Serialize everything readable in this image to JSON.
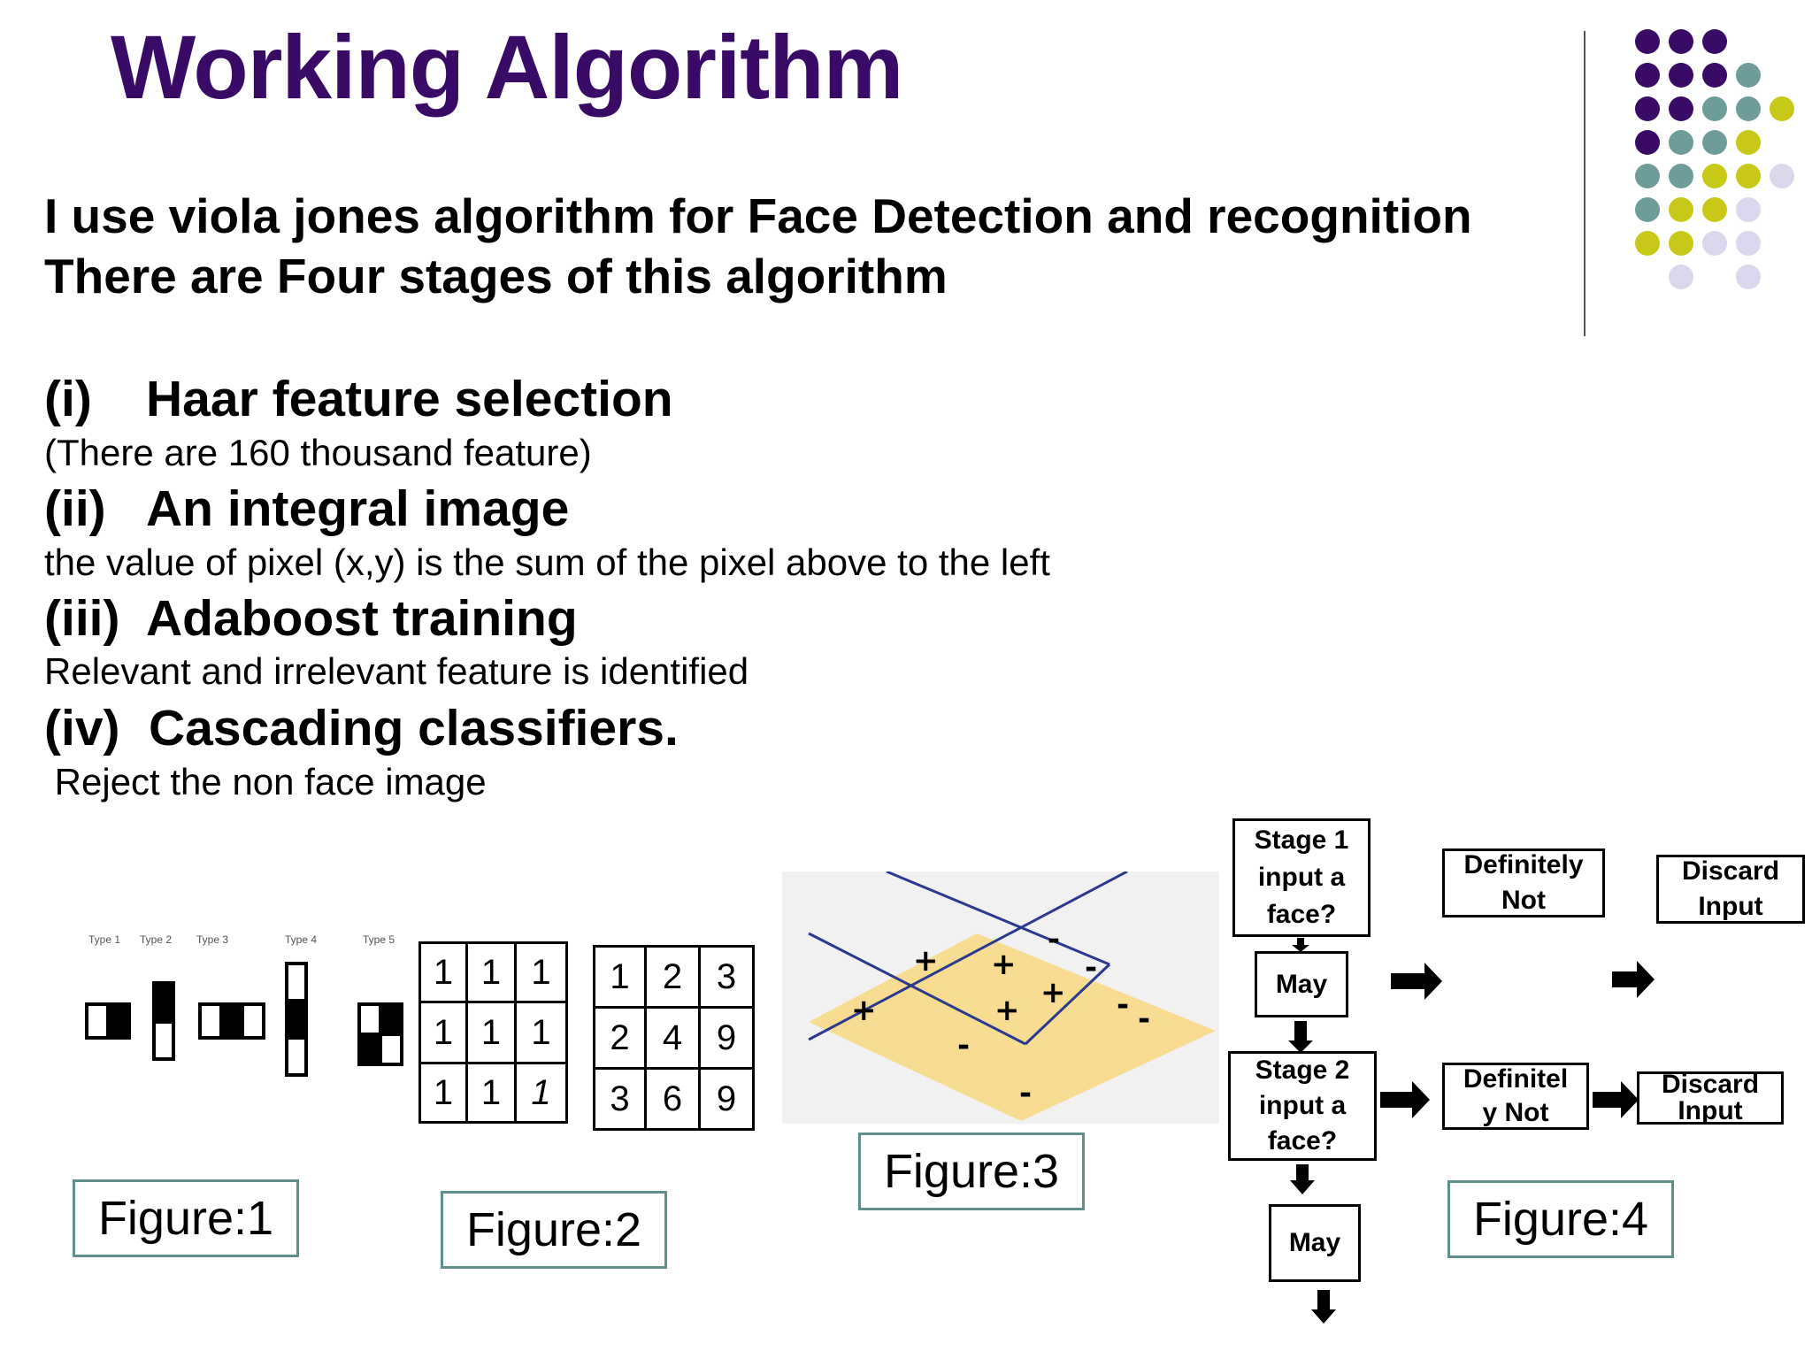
{
  "title": "Working Algorithm",
  "intro": {
    "line1": "I use viola jones algorithm for Face Detection and  recognition",
    "line2": "There are Four stages of this algorithm"
  },
  "stages": [
    {
      "num": "(i)",
      "heading": "Haar feature selection",
      "desc": "(There are 160 thousand feature)"
    },
    {
      "num": "(ii)",
      "heading": "An integral image",
      "desc": "the value of pixel (x,y) is the sum of the pixel above to the left"
    },
    {
      "num": "(iii)",
      "heading": "Adaboost training",
      "desc": "Relevant and irrelevant feature is identified"
    },
    {
      "num": "(iv)",
      "heading": "Cascading classifiers.",
      "desc": " Reject the non face image"
    }
  ],
  "figure1": {
    "label": "Figure:1",
    "types": [
      "Type 1",
      "Type 2",
      "Type 3",
      "Type 4",
      "Type 5"
    ]
  },
  "figure2": {
    "label": "Figure:2",
    "grid_a": [
      [
        "1",
        "1",
        "1"
      ],
      [
        "1",
        "1",
        "1"
      ],
      [
        "1",
        "1",
        "1"
      ]
    ],
    "grid_b": [
      [
        "1",
        "2",
        "3"
      ],
      [
        "2",
        "4",
        "9"
      ],
      [
        "3",
        "6",
        "9"
      ]
    ]
  },
  "figure3": {
    "label": "Figure:3"
  },
  "figure4": {
    "label": "Figure:4",
    "stage1": [
      "Stage 1",
      "input a",
      "face?"
    ],
    "definitely_not_1": [
      "Definitely",
      "Not"
    ],
    "discard_1": [
      "Discard",
      "Input"
    ],
    "may_1": "May",
    "stage2": [
      "Stage 2",
      "input a",
      "face?"
    ],
    "definitely_not_2": [
      "Definitel",
      "y Not"
    ],
    "discard_2": [
      "Discard",
      "Input"
    ],
    "may_2": "May"
  },
  "colors": {
    "title": "#3a0b66",
    "dot_purple": "#3a0b66",
    "dot_teal": "#6e9c98",
    "dot_yellow": "#c8c818",
    "dot_lavender": "#d9d8ec",
    "figure_border": "#5f8f8a"
  }
}
